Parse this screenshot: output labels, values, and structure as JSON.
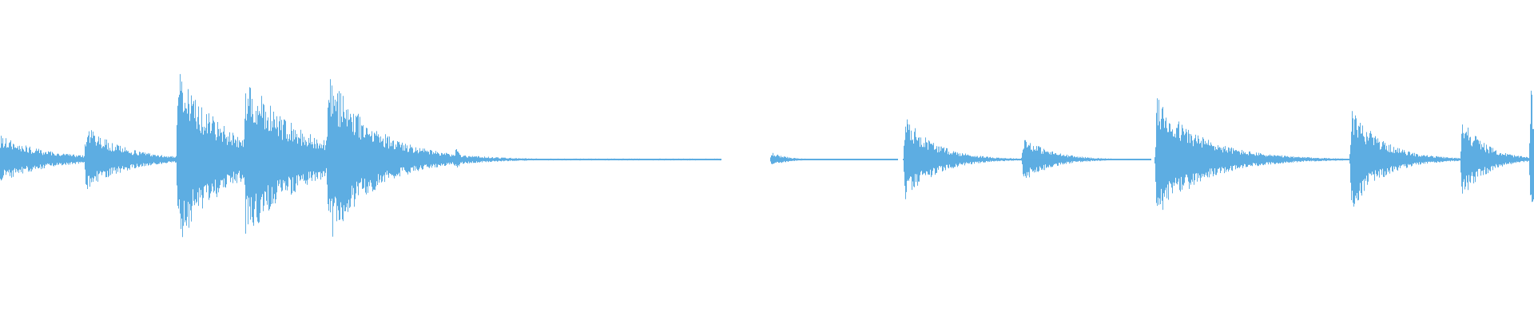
{
  "waveform": {
    "color": "#5dade2",
    "background": "#ffffff",
    "baseline_visible": true,
    "description_free": "",
    "transients": [
      {
        "t": 0.0,
        "peak": 0.27,
        "decay": 0.03
      },
      {
        "t": 0.056,
        "peak": 0.37,
        "decay": 0.025
      },
      {
        "t": 0.116,
        "peak": 1.0,
        "decay": 0.03
      },
      {
        "t": 0.16,
        "peak": 0.94,
        "decay": 0.035
      },
      {
        "t": 0.214,
        "peak": 0.97,
        "decay": 0.03
      },
      {
        "t": 0.255,
        "peak": 0.09,
        "decay": 0.01
      },
      {
        "t": 0.297,
        "peak": 0.13,
        "decay": 0.004
      },
      {
        "t": 0.503,
        "peak": 0.08,
        "decay": 0.01
      },
      {
        "t": 0.59,
        "peak": 0.48,
        "decay": 0.02
      },
      {
        "t": 0.667,
        "peak": 0.26,
        "decay": 0.018
      },
      {
        "t": 0.754,
        "peak": 0.68,
        "decay": 0.03
      },
      {
        "t": 0.881,
        "peak": 0.58,
        "decay": 0.02
      },
      {
        "t": 0.953,
        "peak": 0.48,
        "decay": 0.015
      },
      {
        "t": 0.998,
        "peak": 0.84,
        "decay": 0.006
      }
    ],
    "quiet_segments": [
      {
        "start": 0.3,
        "end": 0.47,
        "level": 0.01
      },
      {
        "start": 0.508,
        "end": 0.585,
        "level": 0.008
      },
      {
        "start": 0.67,
        "end": 0.725,
        "level": 0.01
      },
      {
        "start": 0.735,
        "end": 0.75,
        "level": 0.008
      },
      {
        "start": 0.82,
        "end": 0.875,
        "level": 0.012
      },
      {
        "start": 0.91,
        "end": 0.95,
        "level": 0.012
      }
    ]
  }
}
